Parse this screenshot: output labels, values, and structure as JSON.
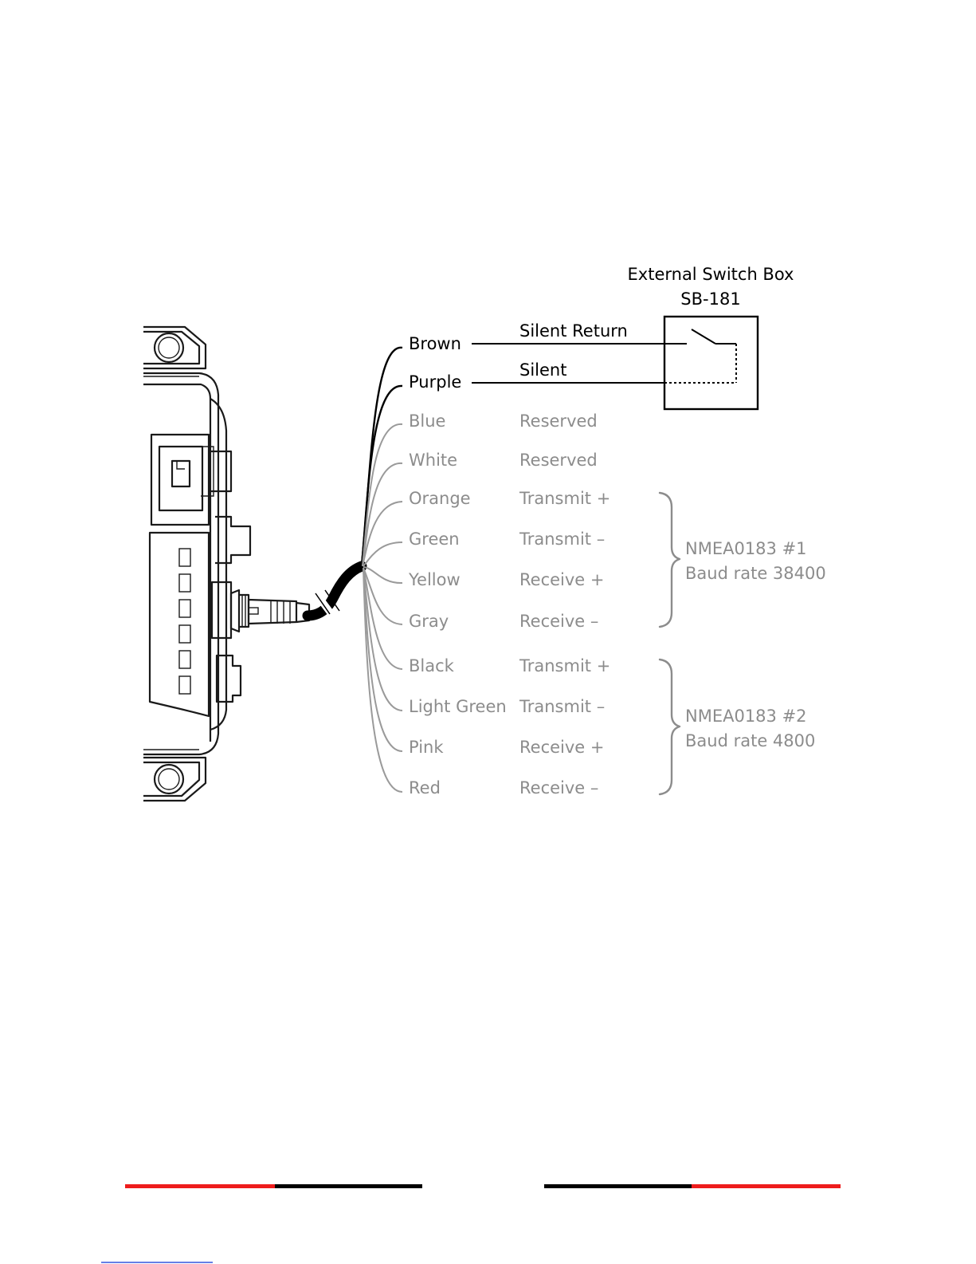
{
  "switch_box": {
    "title": "External Switch Box",
    "model": "SB-181"
  },
  "wires": [
    {
      "color_name": "Brown",
      "function": "Silent Return",
      "active": true
    },
    {
      "color_name": "Purple",
      "function": "Silent",
      "active": true
    },
    {
      "color_name": "Blue",
      "function": "Reserved",
      "active": false
    },
    {
      "color_name": "White",
      "function": "Reserved",
      "active": false
    },
    {
      "color_name": "Orange",
      "function": "Transmit +",
      "active": false
    },
    {
      "color_name": "Green",
      "function": "Transmit –",
      "active": false
    },
    {
      "color_name": "Yellow",
      "function": "Receive +",
      "active": false
    },
    {
      "color_name": "Gray",
      "function": "Receive –",
      "active": false
    },
    {
      "color_name": "Black",
      "function": "Transmit +",
      "active": false
    },
    {
      "color_name": "Light Green",
      "function": "Transmit –",
      "active": false
    },
    {
      "color_name": "Pink",
      "function": "Receive +",
      "active": false
    },
    {
      "color_name": "Red",
      "function": "Receive –",
      "active": false
    }
  ],
  "groups": [
    {
      "name": "NMEA0183 #1",
      "detail": "Baud rate 38400"
    },
    {
      "name": "NMEA0183 #2",
      "detail": "Baud rate 4800"
    }
  ],
  "colors": {
    "active_wire": "#000000",
    "inactive_wire": "#9a9a9a",
    "inactive_text": "#8c8c8c",
    "footer_accent": "#ee1c1c",
    "footer_dark": "#000000",
    "footer_link": "#3355dd"
  }
}
